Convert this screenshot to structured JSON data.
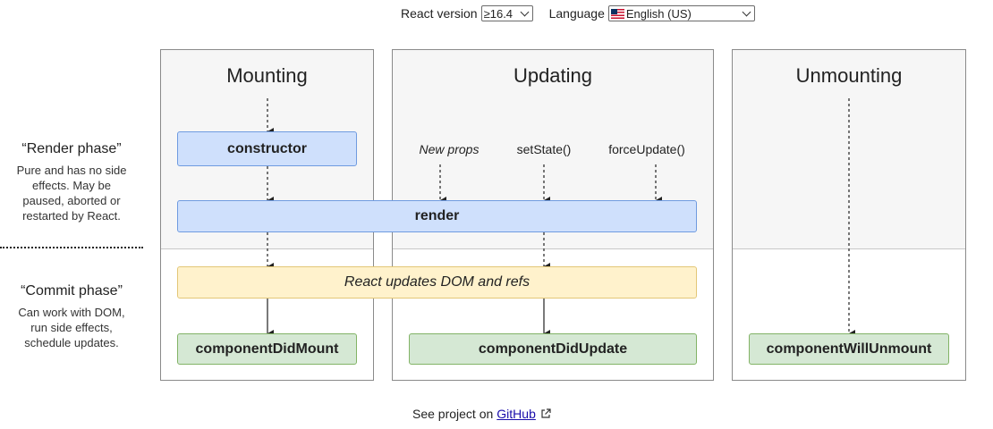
{
  "controls": {
    "version_label": "React version",
    "version_value": "≥16.4",
    "language_label": "Language",
    "language_value": "English (US)",
    "language_flag_icon": "us-flag-icon"
  },
  "columns": {
    "mounting": "Mounting",
    "updating": "Updating",
    "unmounting": "Unmounting"
  },
  "phases": {
    "render": {
      "title": "“Render phase”",
      "desc_lines": [
        "Pure and has no side",
        "effects. May be",
        "paused, aborted or",
        "restarted by React."
      ]
    },
    "commit": {
      "title": "“Commit phase”",
      "desc_lines": [
        "Can work with DOM,",
        "run side effects,",
        "schedule updates."
      ]
    }
  },
  "nodes": {
    "constructor": "constructor",
    "render": "render",
    "react_updates": "React updates DOM and refs",
    "component_did_mount": "componentDidMount",
    "component_did_update": "componentDidUpdate",
    "component_will_unmount": "componentWillUnmount"
  },
  "triggers": {
    "new_props": "New props",
    "set_state": "setState()",
    "force_update": "forceUpdate()"
  },
  "footer": {
    "text": "See project on",
    "link": "GitHub",
    "link_icon": "external-link-icon"
  },
  "colors": {
    "blue_node": "#cfe0fc",
    "green_node": "#d5e8d4",
    "yellow_node": "#fff2cc"
  }
}
